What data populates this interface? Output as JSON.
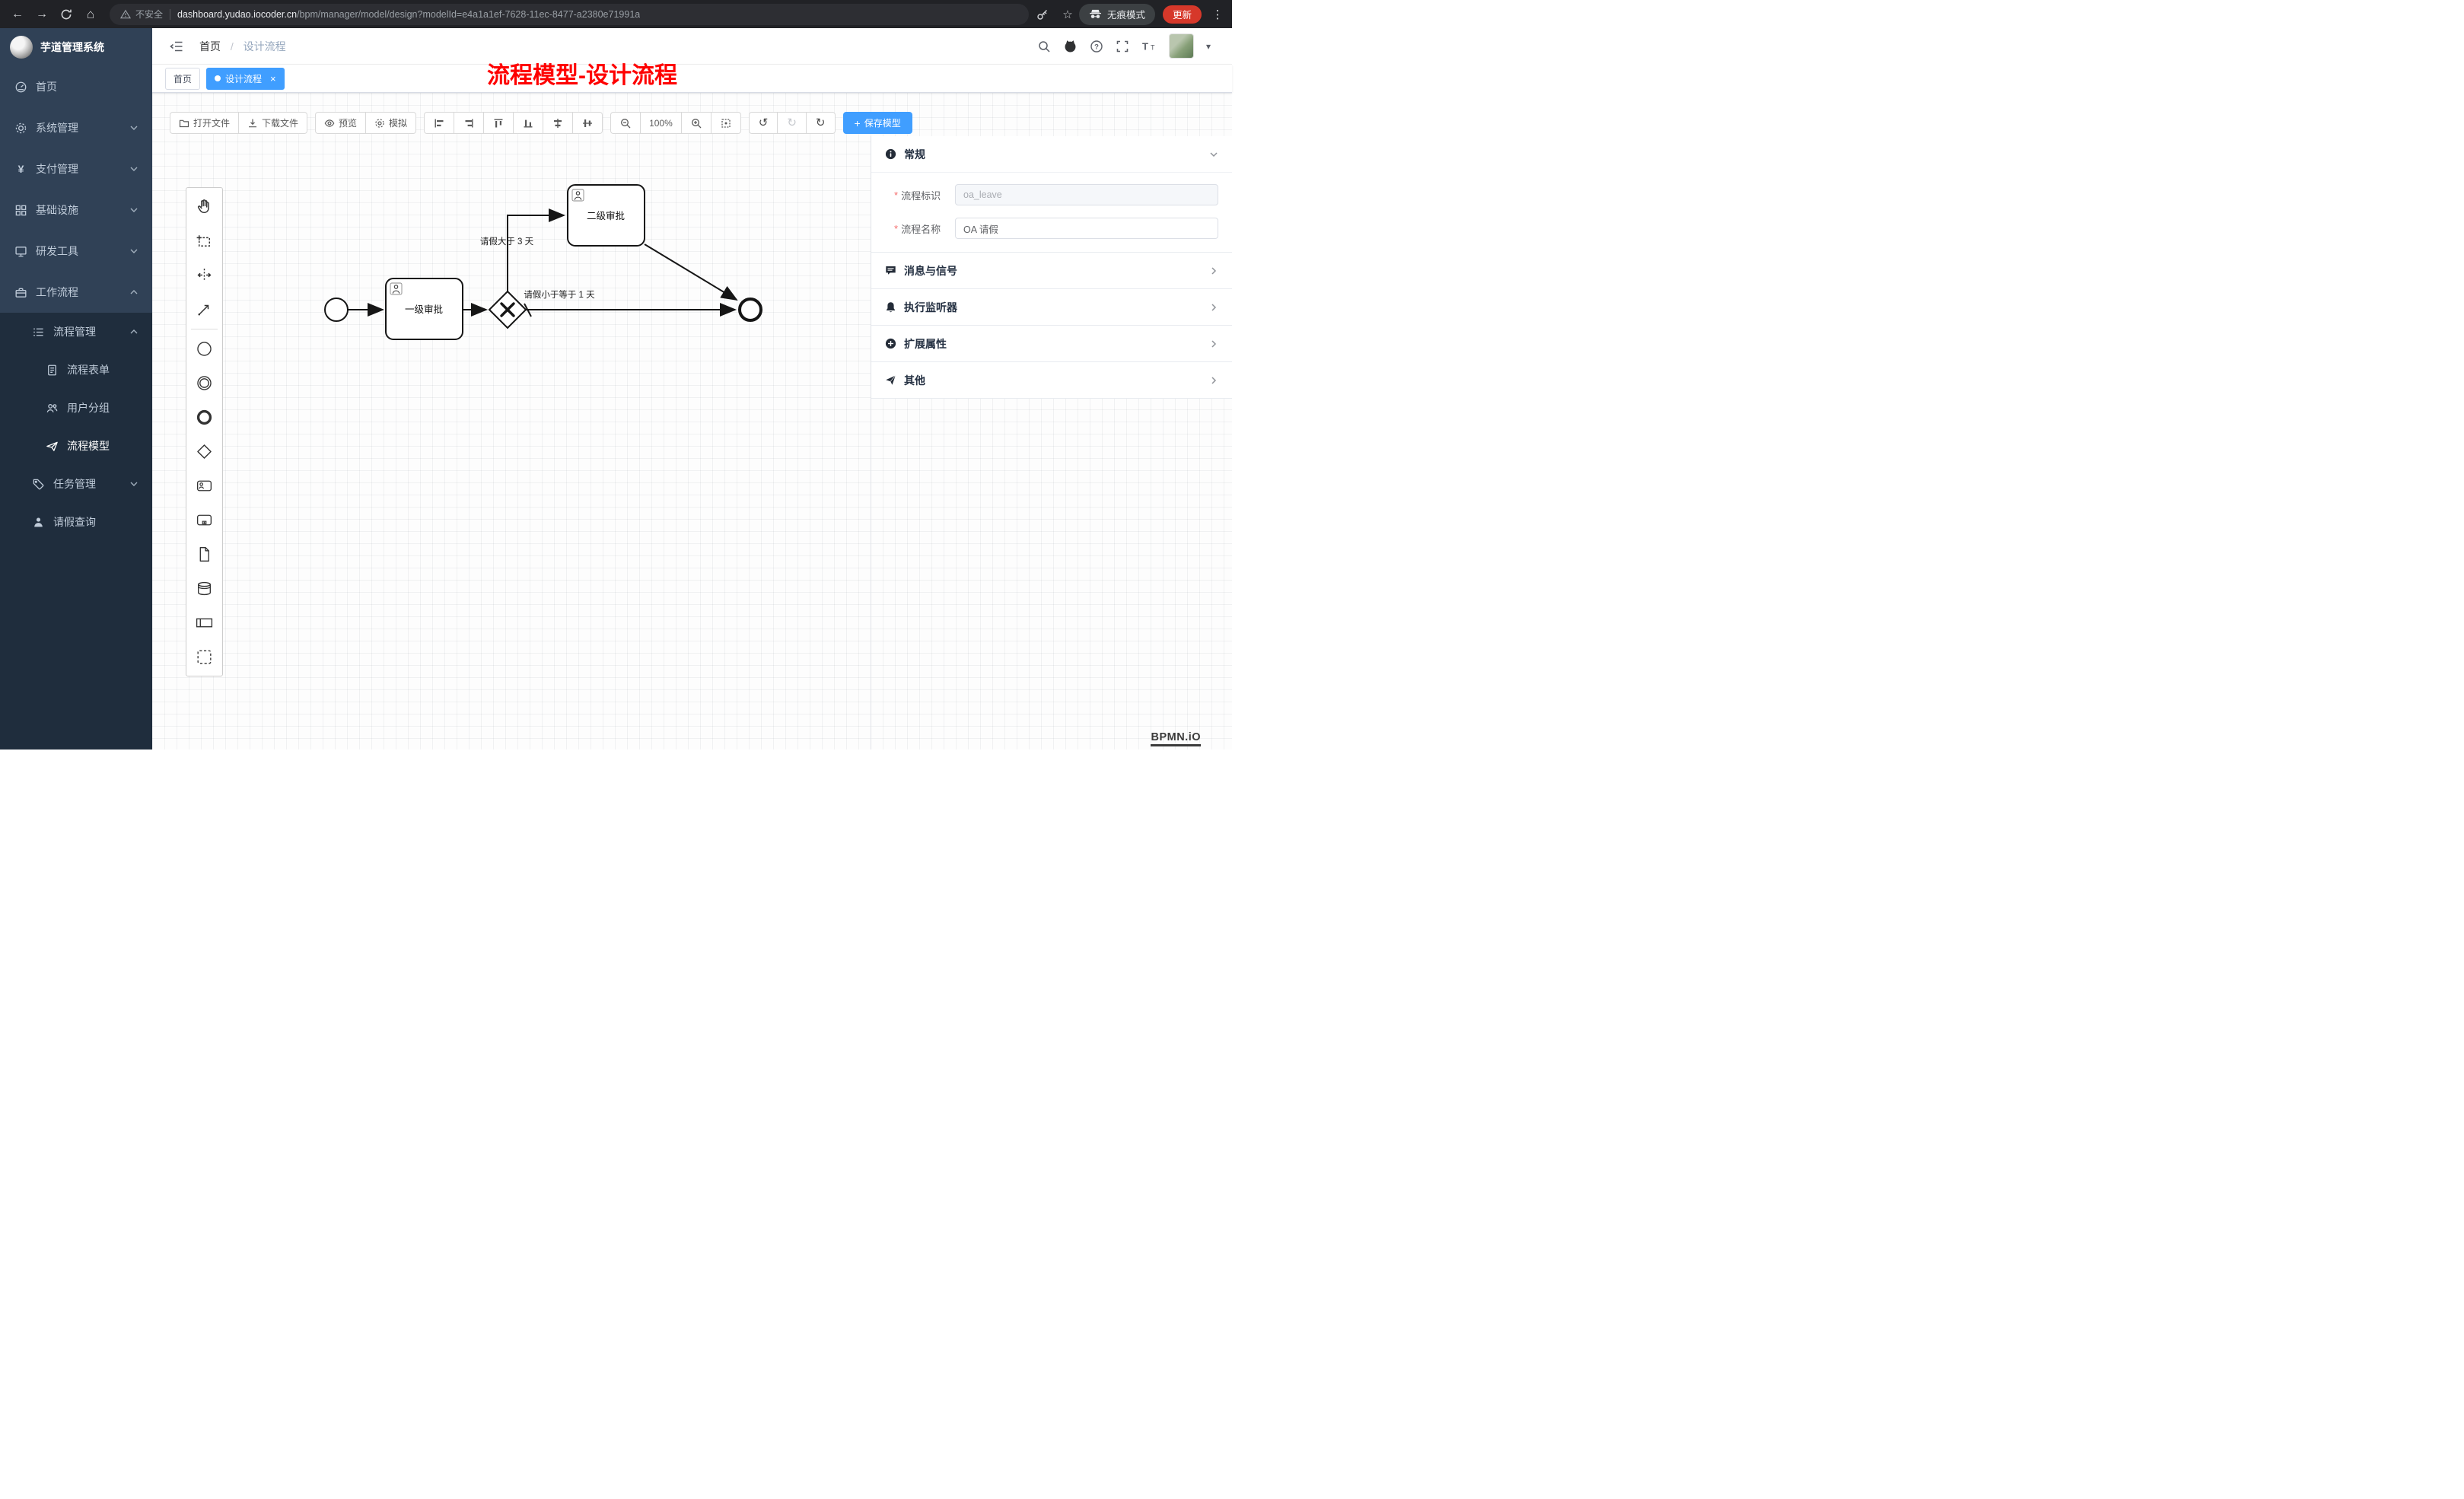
{
  "browser": {
    "security_label": "不安全",
    "url_domain": "dashboard.yudao.iocoder.cn",
    "url_path": "/bpm/manager/model/design?modelId=e4a1a1ef-7628-11ec-8477-a2380e71991a",
    "incognito_label": "无痕模式",
    "update_label": "更新"
  },
  "icons": {
    "back": "←",
    "forward": "→",
    "home": "⌂",
    "star": "☆",
    "kebab": "⋮",
    "caret_down": "▾",
    "undo": "↺",
    "redo": "↻",
    "refresh": "↻",
    "help": "?",
    "yen": "¥",
    "close_tab": "×"
  },
  "annotation": {
    "text": "流程模型-设计流程",
    "color": "#fe0000"
  },
  "sidebar": {
    "logo_title": "芋道管理系统",
    "items": [
      {
        "label": "首页"
      },
      {
        "label": "系统管理",
        "chevron": "down"
      },
      {
        "label": "支付管理",
        "chevron": "down"
      },
      {
        "label": "基础设施",
        "chevron": "down"
      },
      {
        "label": "研发工具",
        "chevron": "down"
      },
      {
        "label": "工作流程",
        "chevron": "up"
      },
      {
        "label": "流程管理",
        "chevron": "up"
      },
      {
        "label": "流程表单"
      },
      {
        "label": "用户分组"
      },
      {
        "label": "流程模型",
        "active": true
      },
      {
        "label": "任务管理",
        "chevron": "down"
      },
      {
        "label": "请假查询"
      }
    ]
  },
  "header": {
    "breadcrumb_home": "首页",
    "breadcrumb_sep": "/",
    "breadcrumb_current": "设计流程"
  },
  "tabs": {
    "home": "首页",
    "active": "设计流程"
  },
  "toolbar": {
    "open": "打开文件",
    "download": "下载文件",
    "preview": "预览",
    "simulate": "模拟",
    "zoom_level": "100%",
    "save_plus": "+",
    "save": "保存模型"
  },
  "diagram": {
    "task1": "一级审批",
    "task2": "二级审批",
    "edge_condition_gt": "请假大于 3 天",
    "edge_condition_le": "请假小于等于 1 天"
  },
  "panel": {
    "section_general": "常规",
    "section_message": "消息与信号",
    "section_listener": "执行监听器",
    "section_ext": "扩展属性",
    "section_other": "其他",
    "required_mark": "*",
    "field_key_label": "流程标识",
    "field_key_value": "oa_leave",
    "field_name_label": "流程名称",
    "field_name_value": "OA 请假"
  },
  "watermark": "BPMN.iO",
  "colors": {
    "primary": "#409eff",
    "sidebar_bg": "#304156",
    "sidebar_sub_bg": "#1f2d3d",
    "annotation": "#fe0000",
    "update_badge": "#d6382a"
  }
}
